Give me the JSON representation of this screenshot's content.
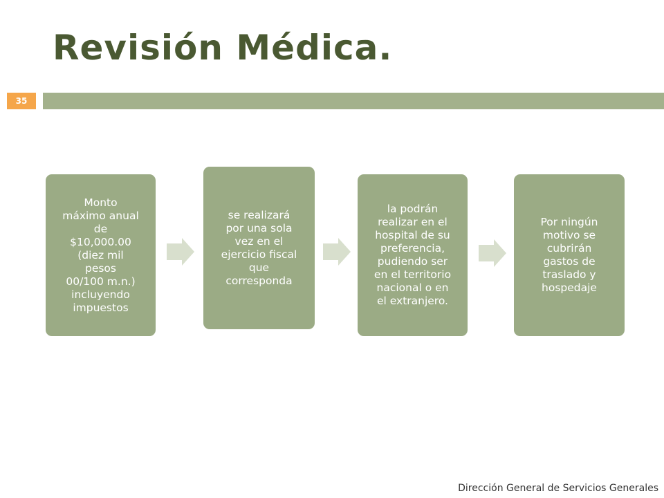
{
  "slide": {
    "title": "Revisión Médica.",
    "number": "35",
    "footer": "Dirección General de Servicios Generales"
  },
  "process": {
    "steps": [
      "Monto\nmáximo anual\nde\n$10,000.00\n(diez mil\npesos\n00/100 m.n.)\nincluyendo\nimpuestos",
      "se realizará\npor una sola\nvez en el\nejercicio fiscal\nque\ncorresponda",
      "la podrán\nrealizar en el\nhospital de su\npreferencia,\npudiendo ser\nen el territorio\nnacional o en\nel extranjero.",
      "Por ningún\nmotivo se\ncubrirán\ngastos de\ntraslado y\nhospedaje"
    ]
  },
  "colors": {
    "box": "#9bab85",
    "bar": "#a3b18c",
    "title": "#4a5932",
    "badge": "#f5a64a",
    "arrow": "#d8dfcd"
  }
}
